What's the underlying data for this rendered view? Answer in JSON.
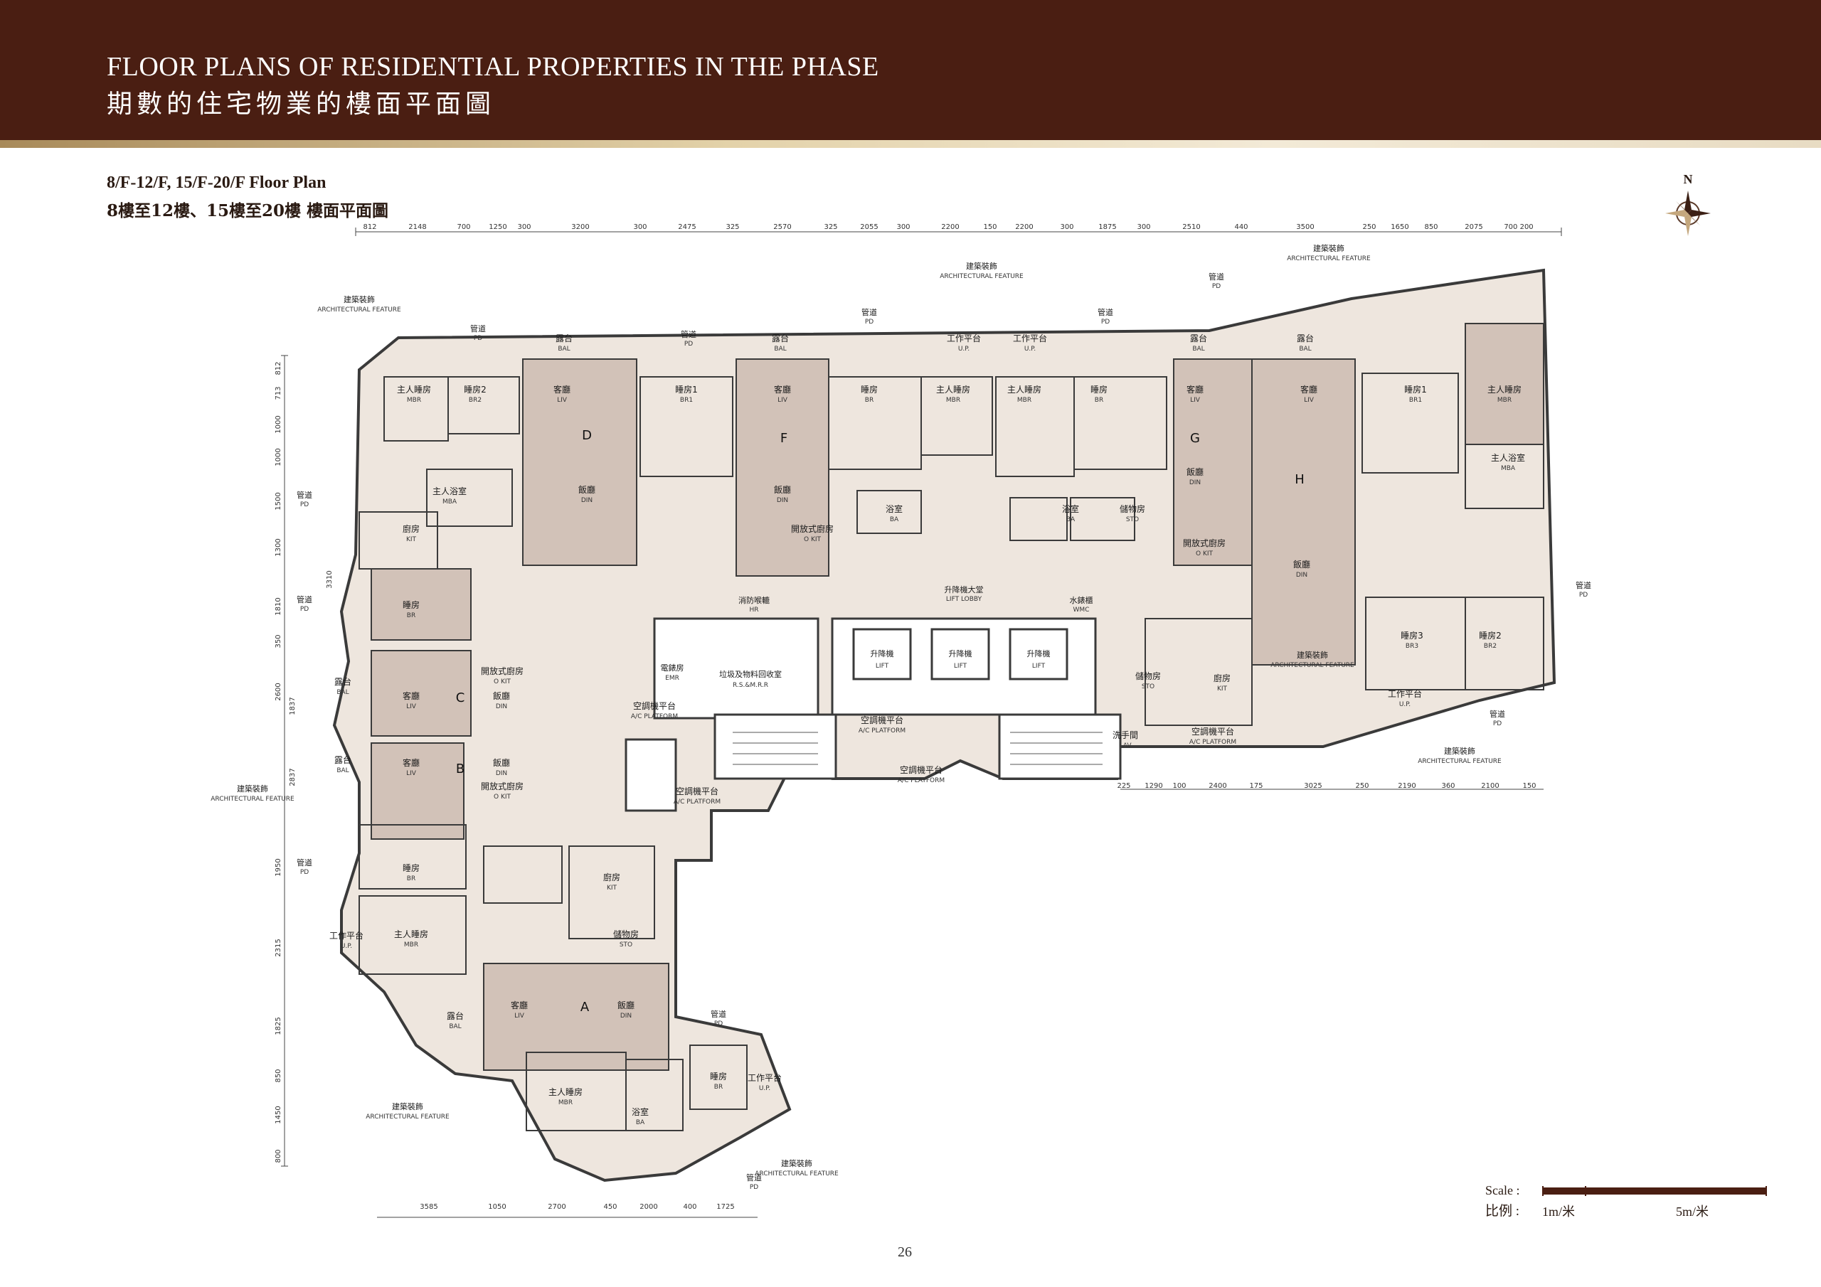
{
  "header": {
    "title_en": "FLOOR PLANS OF RESIDENTIAL PROPERTIES IN THE PHASE",
    "title_zh": "期數的住宅物業的樓面平面圖"
  },
  "subtitle": {
    "en": "8/F-12/F, 15/F-20/F Floor Plan",
    "zh": "8樓至12樓、15樓至20樓 樓面平面圖"
  },
  "compass": {
    "label": "N"
  },
  "plan": {
    "units": [
      "A",
      "B",
      "C",
      "D",
      "F",
      "G",
      "H"
    ],
    "lifts": [
      {
        "zh": "升降機",
        "en": "LIFT"
      },
      {
        "zh": "升降機",
        "en": "LIFT"
      },
      {
        "zh": "升降機",
        "en": "LIFT"
      }
    ],
    "lift_lobby": {
      "zh": "升降機大堂",
      "en": "LIFT LOBBY"
    },
    "ac_platform": {
      "zh": "空調機平台",
      "en": "A/C PLATFORM"
    },
    "architectural_feature": {
      "zh": "建築裝飾",
      "en": "ARCHITECTURAL FEATURE"
    },
    "pipe_duct": {
      "zh": "管道",
      "en": "PD"
    },
    "emr": {
      "zh": "電錶房",
      "en": "EMR"
    },
    "refuse_room": {
      "zh": "垃圾及物料回收室",
      "en": "R.S.&M.R.R"
    },
    "hose_reel": {
      "zh": "消防喉轆",
      "en": "HR"
    },
    "water_meter_cabinet": {
      "zh": "水錶櫃",
      "en": "WMC"
    },
    "rooms": {
      "living": {
        "zh": "客廳",
        "en": "LIV"
      },
      "dining": {
        "zh": "飯廳",
        "en": "DIN"
      },
      "master_bedroom": {
        "zh": "主人睡房",
        "en": "MBR"
      },
      "bedroom": {
        "zh": "睡房",
        "en": "BR"
      },
      "bedroom1": {
        "zh": "睡房1",
        "en": "BR1"
      },
      "bedroom2": {
        "zh": "睡房2",
        "en": "BR2"
      },
      "bedroom3": {
        "zh": "睡房3",
        "en": "BR3"
      },
      "bathroom": {
        "zh": "浴室",
        "en": "BA"
      },
      "master_bathroom": {
        "zh": "主人浴室",
        "en": "MBA"
      },
      "kitchen": {
        "zh": "廚房",
        "en": "KIT"
      },
      "open_kitchen": {
        "zh": "開放式廚房",
        "en": "O KIT"
      },
      "store": {
        "zh": "儲物房",
        "en": "STO"
      },
      "balcony": {
        "zh": "露台",
        "en": "BAL"
      },
      "utility_platform": {
        "zh": "工作平台",
        "en": "U.P."
      },
      "lavatory": {
        "zh": "洗手間",
        "en": "LAV"
      }
    },
    "dims_top": [
      "812",
      "2148",
      "700",
      "1250",
      "300",
      "3200",
      "300",
      "2475",
      "325",
      "2570",
      "325",
      "2055",
      "300",
      "2200",
      "150",
      "2200",
      "300",
      "1875",
      "300",
      "2510",
      "440",
      "3500",
      "250",
      "1650",
      "850",
      "2075",
      "700 200"
    ],
    "dims_bottom_right": [
      "225",
      "1290",
      "100",
      "2400",
      "175",
      "3025",
      "250",
      "2190",
      "360",
      "2100",
      "150"
    ],
    "dims_bottom": [
      "3585",
      "1050",
      "2700",
      "450",
      "2000",
      "400",
      "1725"
    ],
    "dims_left": [
      "812",
      "713",
      "1000",
      "1000",
      "1500",
      "1300",
      "3310",
      "1810",
      "350",
      "2600",
      "1837",
      "2837",
      "1950",
      "2315",
      "1825",
      "850",
      "1450",
      "800"
    ]
  },
  "scale": {
    "label_en": "Scale :",
    "label_zh": "比例 :",
    "min": "1m/米",
    "max": "5m/米"
  },
  "page_number": "26",
  "colors": {
    "header_bg": "#4a1e12",
    "unit_fill": "#eae1d8",
    "room_fill": "#cdbcb3",
    "wall": "#3a3a3a"
  }
}
